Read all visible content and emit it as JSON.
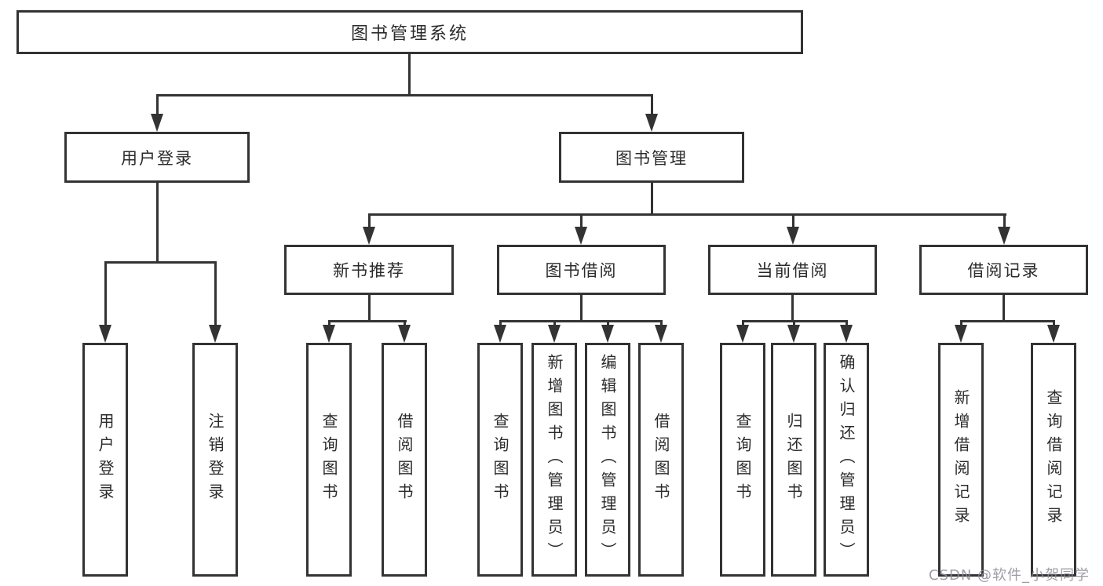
{
  "diagram": {
    "tree": {
      "label": "图书管理系统",
      "children": [
        {
          "label": "用户登录",
          "children": [
            {
              "label": "用户登录"
            },
            {
              "label": "注销登录"
            }
          ]
        },
        {
          "label": "图书管理",
          "children": [
            {
              "label": "新书推荐",
              "children": [
                {
                  "label": "查询图书"
                },
                {
                  "label": "借阅图书"
                }
              ]
            },
            {
              "label": "图书借阅",
              "children": [
                {
                  "label": "查询图书"
                },
                {
                  "label": "新增图书（管理员）"
                },
                {
                  "label": "编辑图书（管理员）"
                },
                {
                  "label": "借阅图书"
                }
              ]
            },
            {
              "label": "当前借阅",
              "children": [
                {
                  "label": "查询图书"
                },
                {
                  "label": "归还图书"
                },
                {
                  "label": "确认归还（管理员）"
                }
              ]
            },
            {
              "label": "借阅记录",
              "children": [
                {
                  "label": "新增借阅记录"
                },
                {
                  "label": "查询借阅记录"
                }
              ]
            }
          ]
        }
      ]
    },
    "watermark": "CSDN @软件_小贺同学",
    "colors": {
      "line": "#333333",
      "text": "#2b2b2b",
      "watermark": "#8c8c96",
      "background": "#ffffff"
    }
  }
}
